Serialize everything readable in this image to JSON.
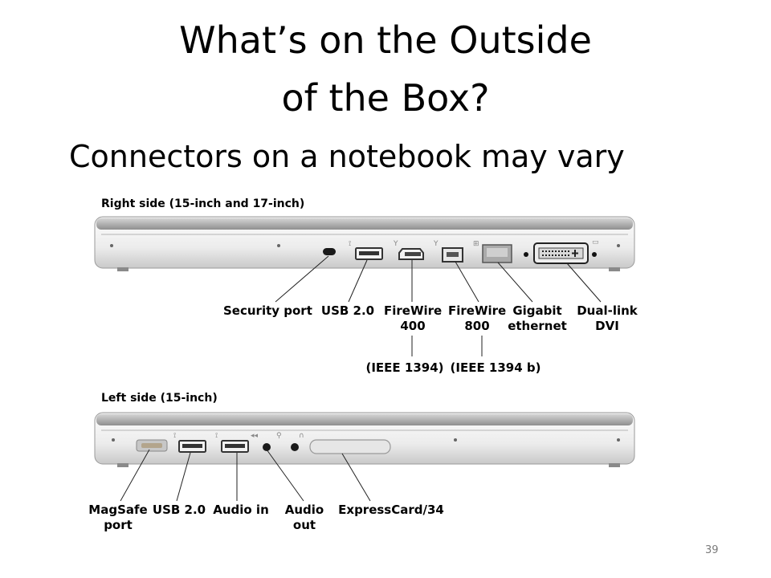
{
  "slide": {
    "title_line1": "What’s on the Outside",
    "title_line2": "of the Box?",
    "subtitle": "Connectors on a notebook may vary",
    "page_number": "39"
  },
  "right_side": {
    "heading": "Right side (15-inch and 17-inch)",
    "labels": {
      "security_port": "Security port",
      "usb": "USB 2.0",
      "firewire400_l1": "FireWire",
      "firewire400_l2": "400",
      "firewire800_l1": "FireWire",
      "firewire800_l2": "800",
      "ethernet_l1": "Gigabit",
      "ethernet_l2": "ethernet",
      "dvi_l1": "Dual-link",
      "dvi_l2": "DVI",
      "ieee1394": "(IEEE 1394)",
      "ieee1394b": "(IEEE 1394 b)"
    }
  },
  "left_side": {
    "heading": "Left side (15-inch)",
    "labels": {
      "magsafe_l1": "MagSafe",
      "magsafe_l2": "port",
      "usb": "USB 2.0",
      "audio_in": "Audio in",
      "audio_out_l1": "Audio",
      "audio_out_l2": "out",
      "expresscard": "ExpressCard/34"
    }
  }
}
